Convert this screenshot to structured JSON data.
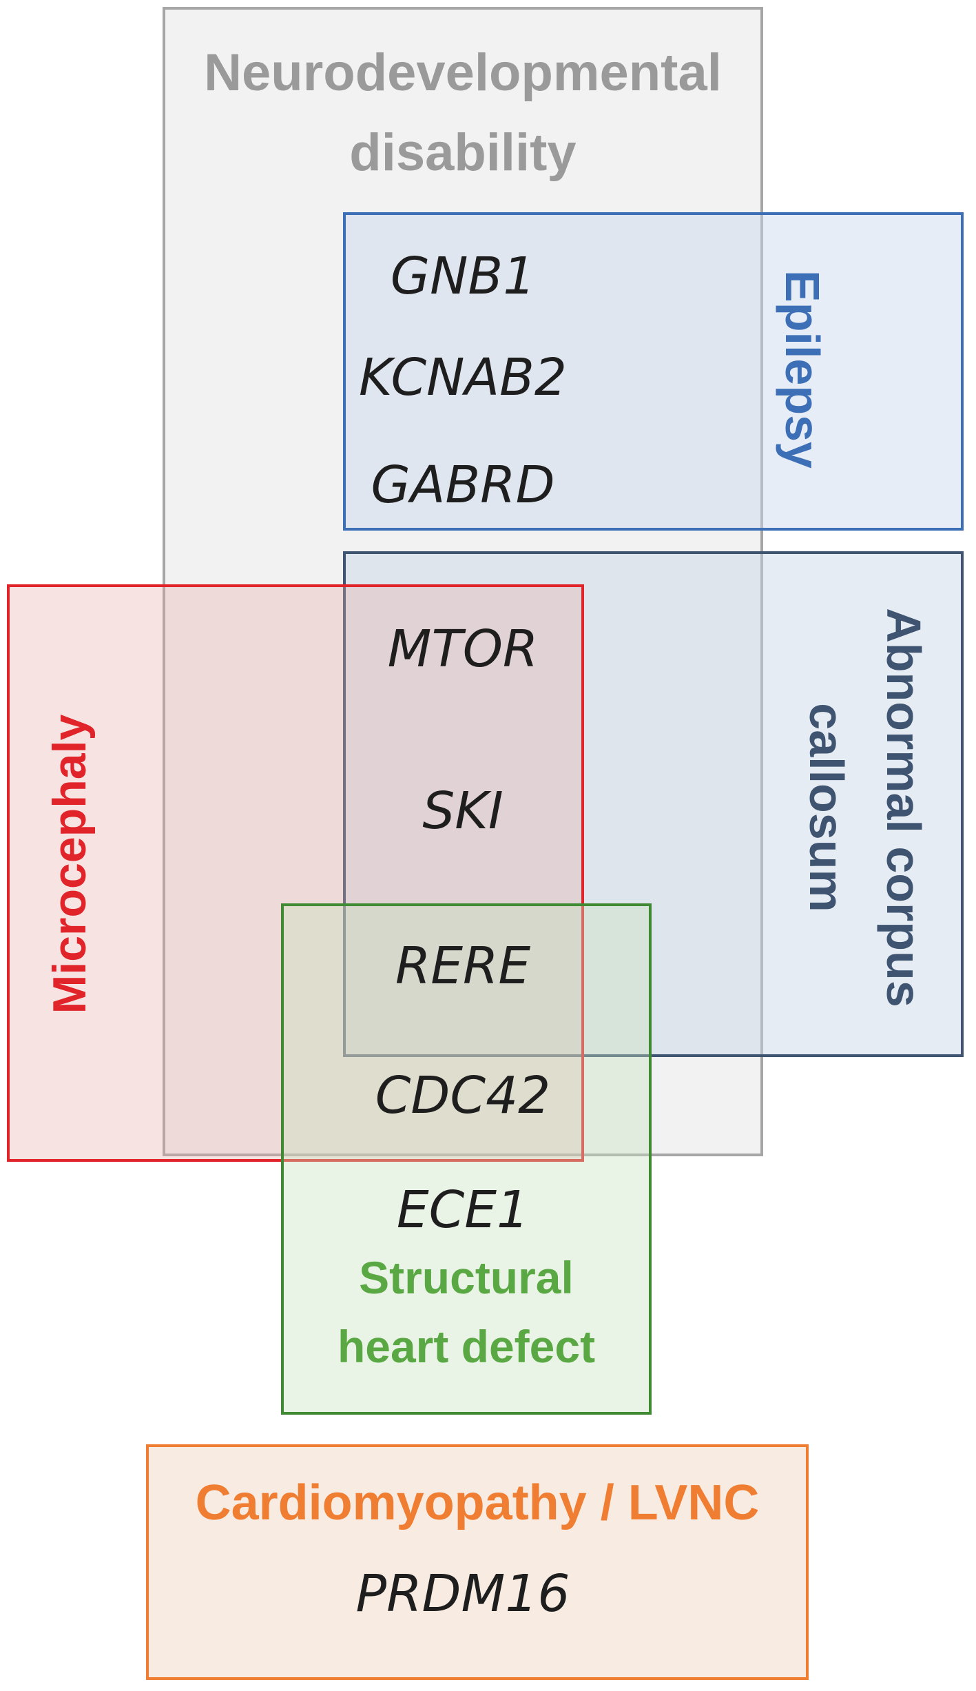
{
  "sets": {
    "neurodevelopmental": {
      "label_line1": "Neurodevelopmental",
      "label_line2": "disability",
      "color": "#999999",
      "fill": "#f2f2f2"
    },
    "epilepsy": {
      "label": "Epilepsy",
      "color": "#3d6fb7",
      "fill": "rgba(200,215,235,0.45)"
    },
    "corpus_callosum": {
      "label_line1": "Abnormal corpus",
      "label_line2": "callosum",
      "color": "#3e5470",
      "fill": "rgba(200,212,228,0.45)"
    },
    "microcephaly": {
      "label": "Microcephaly",
      "color": "#e0242a",
      "fill": "rgba(230,170,165,0.32)"
    },
    "heart_defect": {
      "label_line1": "Structural",
      "label_line2": "heart defect",
      "color": "#3f8a33",
      "fill": "rgba(200,225,190,0.38)"
    },
    "cardiomyopathy": {
      "label": "Cardiomyopathy / LVNC",
      "color": "#ef7d32",
      "fill": "#f8ece2"
    }
  },
  "genes": {
    "gnb1": "GNB1",
    "kcnab2": "KCNAB2",
    "gabrd": "GABRD",
    "mtor": "MTOR",
    "ski": "SKI",
    "rere": "RERE",
    "cdc42": "CDC42",
    "ece1": "ECE1",
    "prdm16": "PRDM16"
  }
}
